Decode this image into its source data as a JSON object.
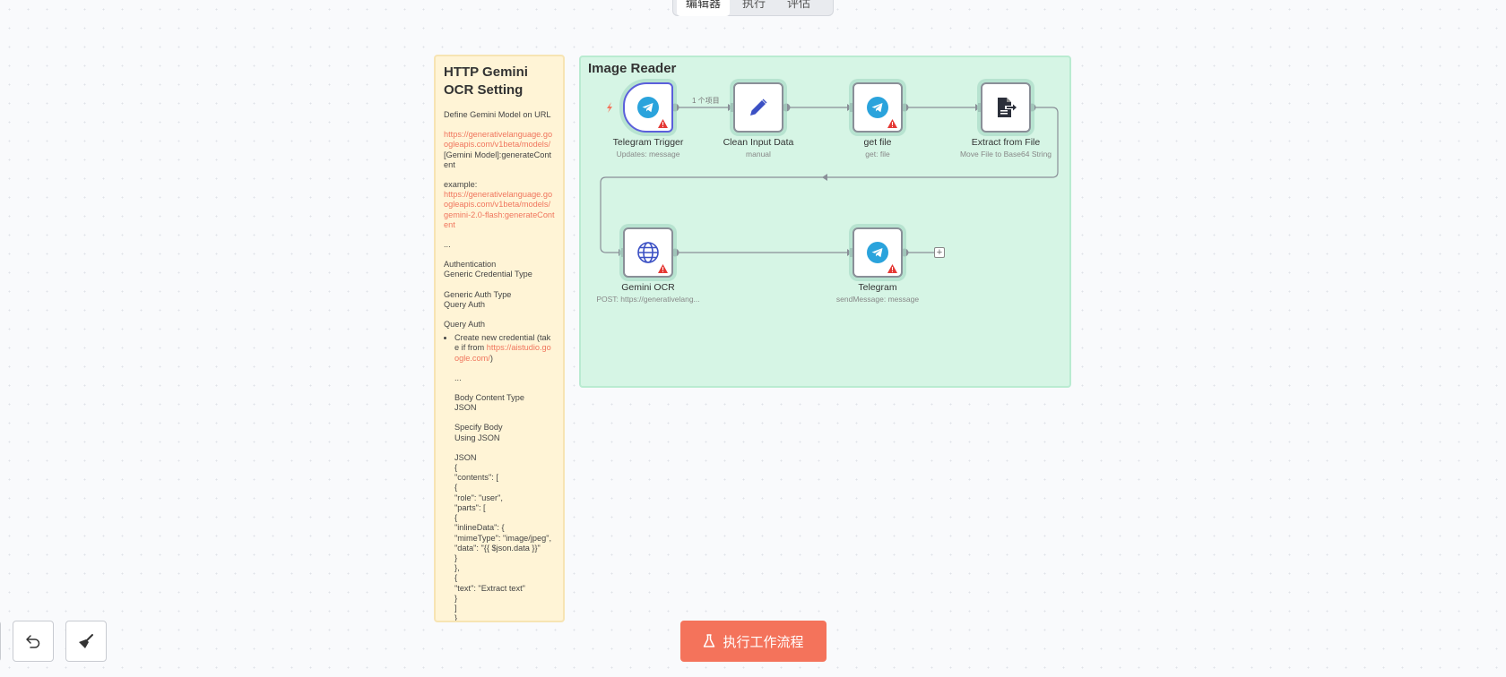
{
  "tabs": [
    {
      "label": "编辑器",
      "active": true
    },
    {
      "label": "执行",
      "active": false
    },
    {
      "label": "评估",
      "active": false
    }
  ],
  "sticky_note": {
    "title": "HTTP Gemini OCR Setting",
    "define_label": "Define Gemini Model on URL",
    "url_link": "https://generativelanguage.googleapis.com/v1beta/models/",
    "url_suffix": "[Gemini Model]:generateContent",
    "example_label": "example:",
    "example_link": "https://generativelanguage.googleapis.com/v1beta/models/gemini-2.0-flash:generateContent",
    "ellipsis1": "...",
    "auth_label": "Authentication",
    "auth_value": "Generic Credential Type",
    "generic_auth_label": "Generic Auth Type",
    "generic_auth_value": "Query Auth",
    "query_auth_label": "Query Auth",
    "bullet_text": "Create new credential (take if from ",
    "bullet_link": "https://aistudio.google.com/",
    "bullet_close": ")",
    "ellipsis2": "...",
    "body_type_label": "Body Content Type",
    "body_type_value": "JSON",
    "specify_label": "Specify Body",
    "specify_value": "Using JSON",
    "json_label": "JSON",
    "json_lines": [
      "{",
      "\"contents\": [",
      "{",
      "\"role\": \"user\",",
      "\"parts\": [",
      "{",
      "\"inlineData\": {",
      "\"mimeType\": \"image/jpeg\",",
      "\"data\": \"{{ $json.data }}\"",
      "}",
      "},",
      "{",
      "\"text\": \"Extract text\"",
      "}",
      "]",
      "}",
      "]",
      "}"
    ]
  },
  "group": {
    "title": "Image Reader"
  },
  "nodes": {
    "telegram_trigger": {
      "label": "Telegram Trigger",
      "sub": "Updates: message",
      "icon": "telegram-icon"
    },
    "clean_input": {
      "label": "Clean Input Data",
      "sub": "manual",
      "icon": "pencil-icon"
    },
    "get_file": {
      "label": "get file",
      "sub": "get: file",
      "icon": "telegram-icon"
    },
    "extract_file": {
      "label": "Extract from File",
      "sub": "Move File to Base64 String",
      "icon": "file-export-icon"
    },
    "gemini_ocr": {
      "label": "Gemini OCR",
      "sub": "POST: https://generativelang...",
      "icon": "globe-icon"
    },
    "telegram": {
      "label": "Telegram",
      "sub": "sendMessage: message",
      "icon": "telegram-icon"
    }
  },
  "connection_label": "1 个项目",
  "run_button": {
    "label": "执行工作流程"
  },
  "colors": {
    "accent": "#f4735b",
    "group_bg": "#d6f5e5",
    "note_bg": "#fff4d6",
    "telegram": "#2aa3dc"
  }
}
